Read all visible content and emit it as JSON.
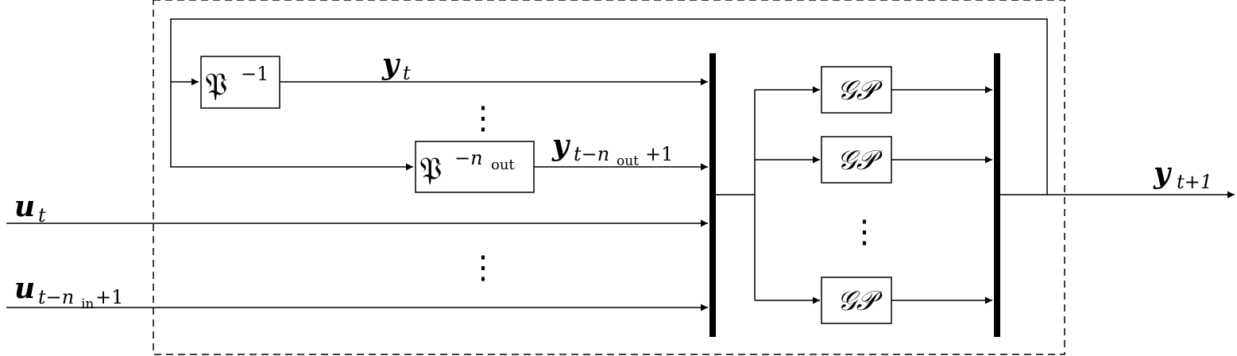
{
  "blocks": {
    "delay1": {
      "main": "𝔓",
      "sup": "−1"
    },
    "delayN": {
      "main": "𝔓",
      "sup": "−n",
      "sup_sub": "out"
    },
    "gp": "𝒢𝒫"
  },
  "signals": {
    "y_t": {
      "main": "y",
      "sub": "t"
    },
    "y_t_nout": {
      "main": "y",
      "sub": "t−n",
      "sub2": "out",
      "sub3": "+1"
    },
    "u_t": {
      "main": "u",
      "sub": "t"
    },
    "u_t_nin": {
      "main": "u",
      "sub": "t−n",
      "sub2": "in",
      "sub3": "+1"
    },
    "y_next": {
      "main": "y",
      "sub": "t+1"
    }
  },
  "ellipsis": "⋮"
}
